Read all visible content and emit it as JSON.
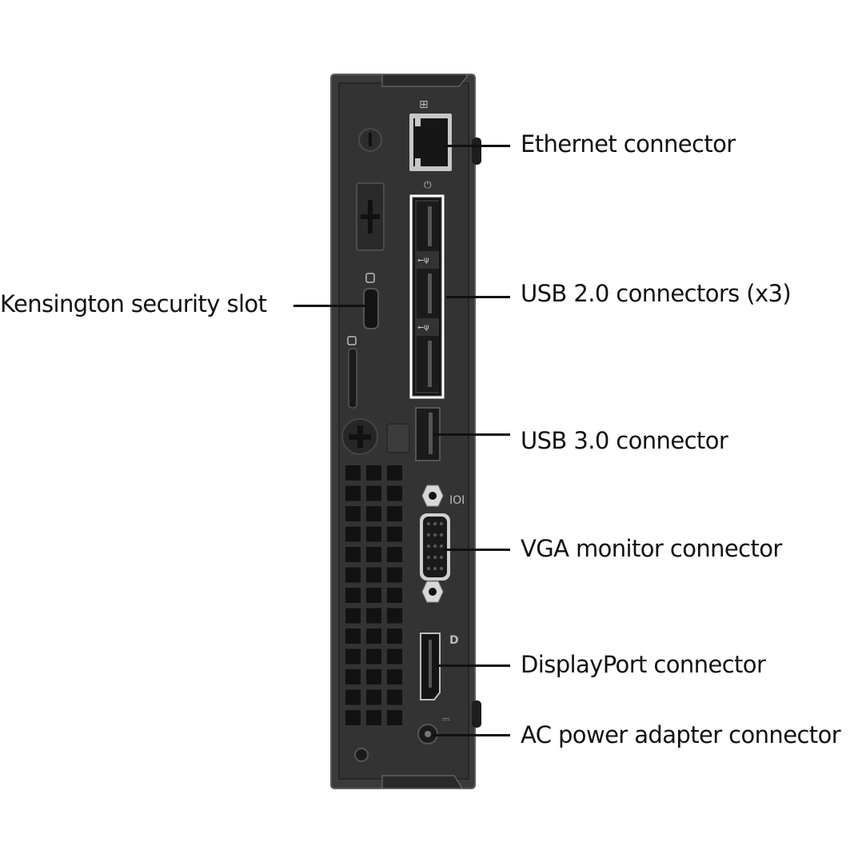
{
  "diagram": {
    "subject": "Mini PC rear panel",
    "callouts": [
      {
        "id": "ethernet",
        "label": "Ethernet connector"
      },
      {
        "id": "usb2",
        "label": "USB 2.0 connectors (x3)"
      },
      {
        "id": "kensington",
        "label": "Kensington security slot"
      },
      {
        "id": "usb3",
        "label": "USB 3.0 connector"
      },
      {
        "id": "vga",
        "label": "VGA monitor connector"
      },
      {
        "id": "displayport",
        "label": "DisplayPort connector"
      },
      {
        "id": "ac-power",
        "label": "AC power adapter connector"
      }
    ],
    "colors": {
      "chassis": "#2e2e2e",
      "chassis_edge": "#555555",
      "port_dark": "#141414",
      "highlight": "#ffffff",
      "label_text": "#111111",
      "background": "#ffffff"
    }
  }
}
